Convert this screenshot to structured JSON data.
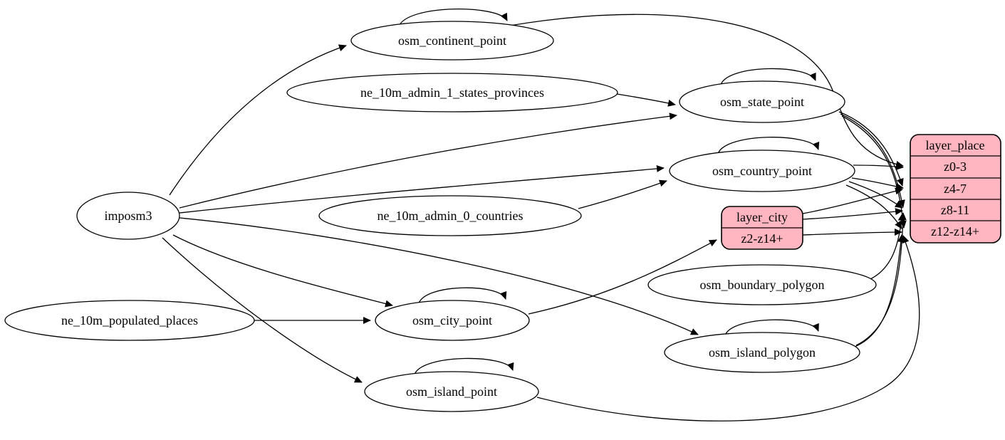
{
  "diagram": {
    "kind": "etl-dependency-graph",
    "background_color": "#ffffff",
    "edge_color": "#000000",
    "ellipse_node_style": {
      "fill": "#ffffff",
      "stroke": "#000000"
    },
    "record_node_style": {
      "fill": "#ffb6c1",
      "stroke": "#000000",
      "shape": "rounded-record"
    },
    "ellipse_nodes": [
      {
        "label": "imposm3",
        "self_loop": false
      },
      {
        "label": "osm_continent_point",
        "self_loop": true
      },
      {
        "label": "ne_10m_admin_1_states_provinces",
        "self_loop": false
      },
      {
        "label": "osm_state_point",
        "self_loop": true
      },
      {
        "label": "osm_country_point",
        "self_loop": true
      },
      {
        "label": "ne_10m_admin_0_countries",
        "self_loop": false
      },
      {
        "label": "osm_boundary_polygon",
        "self_loop": false
      },
      {
        "label": "ne_10m_populated_places",
        "self_loop": false
      },
      {
        "label": "osm_city_point",
        "self_loop": true
      },
      {
        "label": "osm_island_polygon",
        "self_loop": true
      },
      {
        "label": "osm_island_point",
        "self_loop": true
      }
    ],
    "record_nodes": [
      {
        "title": "layer_city",
        "rows": [
          {
            "label": "z2-z14+"
          }
        ]
      },
      {
        "title": "layer_place",
        "rows": [
          {
            "label": "z0-3"
          },
          {
            "label": "z4-7"
          },
          {
            "label": "z8-11"
          },
          {
            "label": "z12-z14+"
          }
        ]
      }
    ],
    "edges": [
      {
        "from": "imposm3",
        "to": "osm_continent_point"
      },
      {
        "from": "imposm3",
        "to": "osm_state_point"
      },
      {
        "from": "imposm3",
        "to": "osm_country_point"
      },
      {
        "from": "imposm3",
        "to": "osm_city_point"
      },
      {
        "from": "imposm3",
        "to": "osm_island_point"
      },
      {
        "from": "imposm3",
        "to": "osm_island_polygon"
      },
      {
        "from": "ne_10m_admin_1_states_provinces",
        "to": "osm_state_point"
      },
      {
        "from": "ne_10m_admin_0_countries",
        "to": "osm_country_point"
      },
      {
        "from": "ne_10m_populated_places",
        "to": "osm_city_point"
      },
      {
        "from": "osm_continent_point",
        "to": "osm_continent_point"
      },
      {
        "from": "osm_state_point",
        "to": "osm_state_point"
      },
      {
        "from": "osm_country_point",
        "to": "osm_country_point"
      },
      {
        "from": "osm_city_point",
        "to": "osm_city_point"
      },
      {
        "from": "osm_island_point",
        "to": "osm_island_point"
      },
      {
        "from": "osm_island_polygon",
        "to": "osm_island_polygon"
      },
      {
        "from": "osm_continent_point",
        "to": "layer_place",
        "port": "z0-3"
      },
      {
        "from": "osm_country_point",
        "to": "layer_place",
        "port": "z0-3"
      },
      {
        "from": "osm_country_point",
        "to": "layer_place",
        "port": "z4-7"
      },
      {
        "from": "osm_country_point",
        "to": "layer_place",
        "port": "z8-11"
      },
      {
        "from": "osm_country_point",
        "to": "layer_place",
        "port": "z12-z14+"
      },
      {
        "from": "osm_state_point",
        "to": "layer_place",
        "port": "z4-7"
      },
      {
        "from": "osm_state_point",
        "to": "layer_place",
        "port": "z8-11"
      },
      {
        "from": "osm_state_point",
        "to": "layer_place",
        "port": "z12-z14+"
      },
      {
        "from": "osm_city_point",
        "to": "layer_city",
        "port": "z2-z14+"
      },
      {
        "from": "layer_city",
        "to": "layer_place",
        "port": "z4-7"
      },
      {
        "from": "layer_city",
        "to": "layer_place",
        "port": "z8-11"
      },
      {
        "from": "layer_city",
        "to": "layer_place",
        "port": "z12-z14+"
      },
      {
        "from": "osm_boundary_polygon",
        "to": "layer_place",
        "port": "z8-11"
      },
      {
        "from": "osm_island_polygon",
        "to": "layer_place",
        "port": "z8-11"
      },
      {
        "from": "osm_island_polygon",
        "to": "layer_place",
        "port": "z12-z14+"
      },
      {
        "from": "osm_island_point",
        "to": "layer_place",
        "port": "z12-z14+"
      }
    ]
  }
}
